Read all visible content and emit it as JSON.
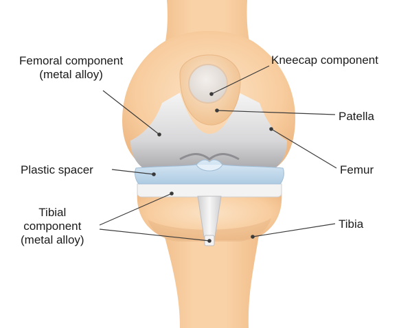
{
  "labels": {
    "femoral_component": [
      "Femoral component",
      "(metal alloy)"
    ],
    "kneecap_component": "Kneecap component",
    "patella": "Patella",
    "femur": "Femur",
    "plastic_spacer": "Plastic spacer",
    "tibial_component": [
      "Tibial",
      "component",
      "(metal alloy)"
    ],
    "tibia": "Tibia"
  },
  "colors": {
    "bone": "#f7c99a",
    "bone_light": "#fbe0c0",
    "bone_shadow": "#e9b684",
    "metal": "#dcdcdc",
    "metal_dark": "#a9a9ab",
    "spacer": "#c7dff0",
    "spacer_edge": "#9fbdd6",
    "leader_line": "#3a3a3a"
  }
}
